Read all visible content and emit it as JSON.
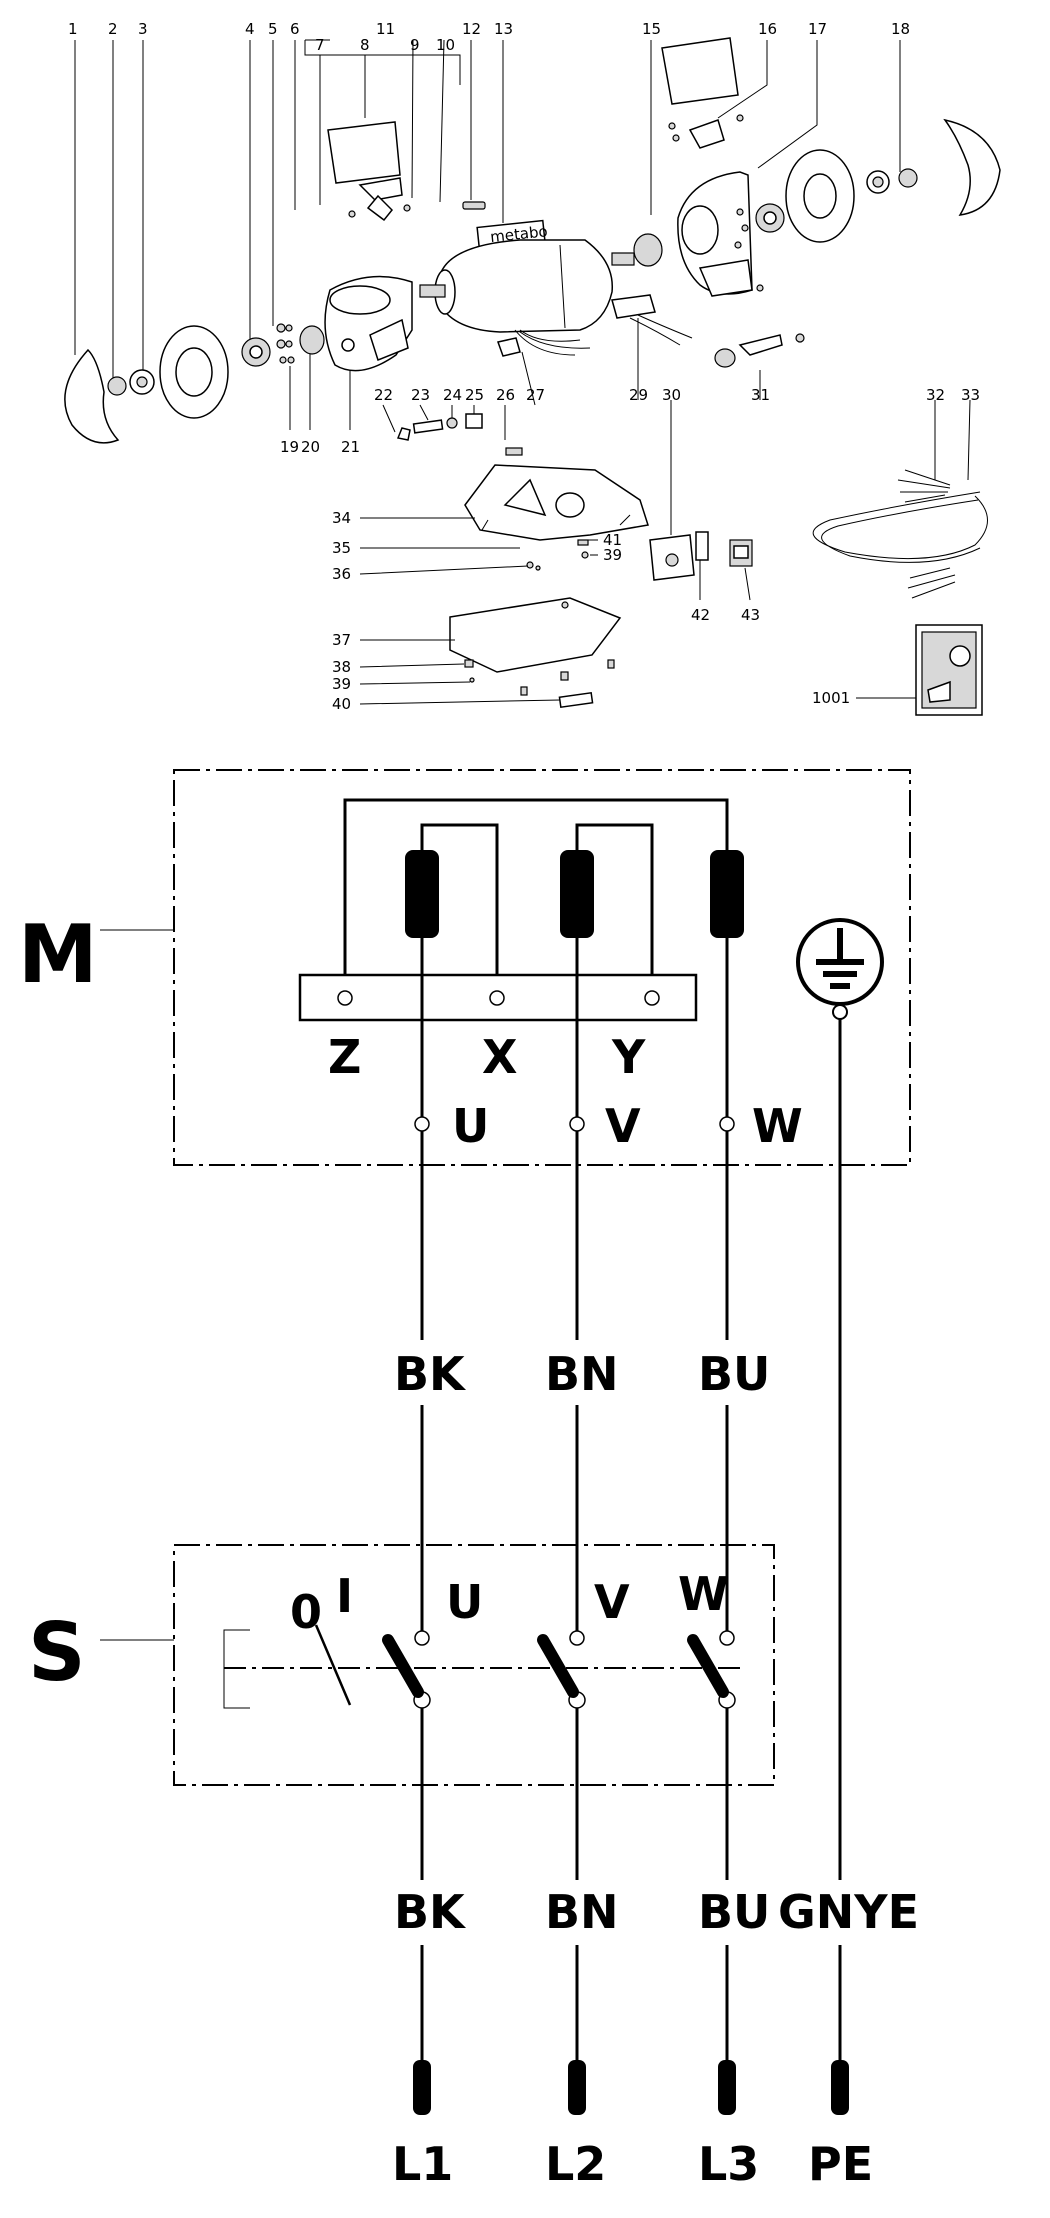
{
  "parts_diagram": {
    "callouts": [
      "1",
      "2",
      "3",
      "4",
      "5",
      "6",
      "7",
      "8",
      "9",
      "10",
      "11",
      "12",
      "13",
      "15",
      "16",
      "17",
      "18",
      "19",
      "20",
      "21",
      "22",
      "23",
      "24",
      "25",
      "26",
      "27",
      "29",
      "30",
      "31",
      "32",
      "33",
      "34",
      "35",
      "36",
      "37",
      "38",
      "39",
      "39",
      "40",
      "41",
      "42",
      "43",
      "1001"
    ],
    "brand_label": "metabo"
  },
  "schematic": {
    "motor_symbol": "M",
    "switch_symbol": "S",
    "terminal_block": [
      "Z",
      "X",
      "Y"
    ],
    "motor_terminals": [
      "U",
      "V",
      "W"
    ],
    "mid_wire_colors": [
      "BK",
      "BN",
      "BU"
    ],
    "switch_positions": [
      "0",
      "I"
    ],
    "switch_terminals": [
      "U",
      "V",
      "W"
    ],
    "supply_wire_colors": [
      "BK",
      "BN",
      "BU",
      "GNYE"
    ],
    "supply_lines": [
      "L1",
      "L2",
      "L3",
      "PE"
    ],
    "ground_icon": "earth-ground-icon"
  }
}
